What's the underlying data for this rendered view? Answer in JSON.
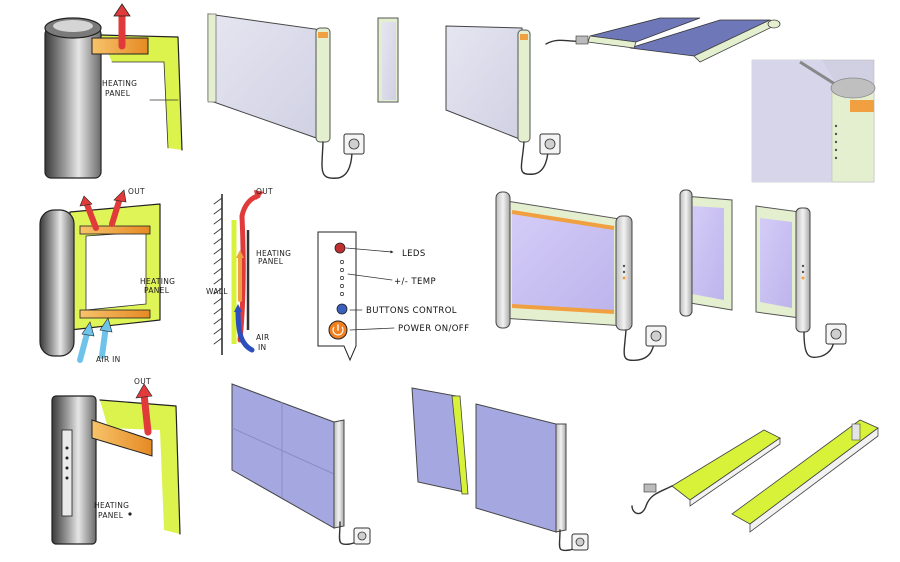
{
  "sketch_labels": {
    "heating_panel_1": "HEATING",
    "heating_panel_1b": "PANEL",
    "out_2": "OUT",
    "heating_panel_2": "HEATING",
    "heating_panel_2b": "PANEL",
    "air_in_2": "AIR IN",
    "out_3": "OUT",
    "heating_panel_3": "HEATING",
    "heating_panel_3b": "PANEL",
    "wall": "WALL",
    "air_in_wall": "AIR",
    "air_in_wall_b": "IN",
    "out_wall": "OUT",
    "heating_panel_wall": "HEATING",
    "heating_panel_wall_b": "PANEL"
  },
  "control_labels": {
    "leds": "LEDS",
    "temp": "+/- TEMP",
    "buttons": "BUTTONS CONTROL",
    "power": "POWER ON/OFF"
  },
  "colors": {
    "lime": "#d8f23a",
    "pale_green": "#e4efcf",
    "panel_gray": "#d8d8ea",
    "lavender": "#ccc4f2",
    "periwinkle": "#a5a8e0",
    "orange": "#f0a040",
    "red_arrow": "#e03a3a",
    "blue_arrow": "#6fc3e8",
    "dark_metal": "#4a4a4a"
  },
  "icons": [
    "upward-airflow-arrow-icon",
    "power-button-icon",
    "led-indicator-icon",
    "wall-socket-icon"
  ]
}
